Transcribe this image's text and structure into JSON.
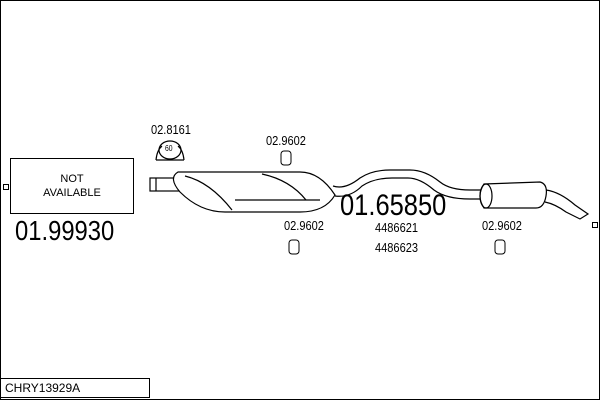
{
  "not_available_box": {
    "line1": "NOT",
    "line2": "AVAILABLE",
    "part_number": "01.99930"
  },
  "clamp": {
    "part_number": "02.8161",
    "size": "60"
  },
  "hangers": [
    {
      "part_number": "02.9602"
    },
    {
      "part_number": "02.9602"
    },
    {
      "part_number": "02.9602"
    }
  ],
  "main_part": {
    "part_number": "01.65850",
    "oem_numbers": [
      "4486621",
      "4486623"
    ]
  },
  "diagram_code": "CHRY13929A"
}
